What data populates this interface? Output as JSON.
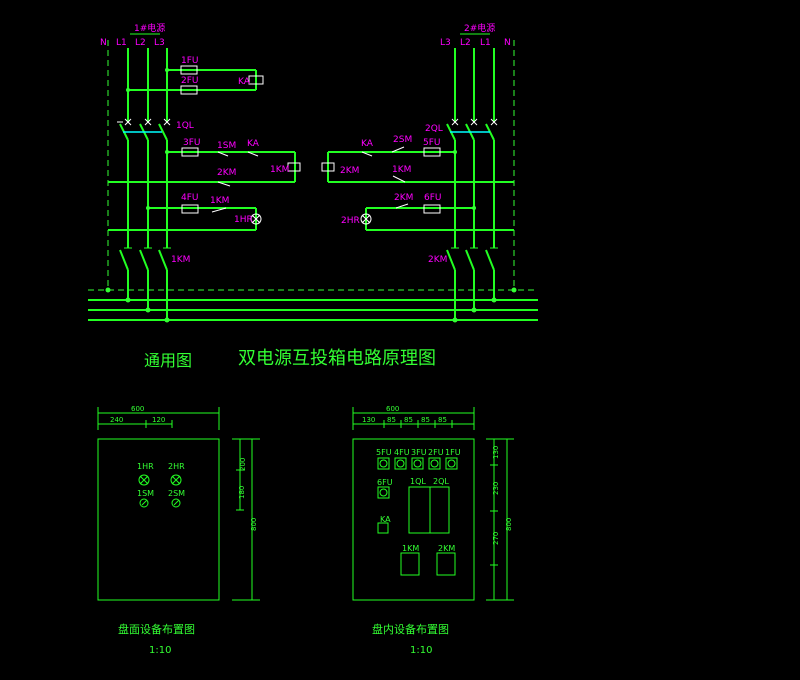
{
  "circuit": {
    "source1": {
      "title": "1#电源",
      "phases": [
        "N",
        "L1",
        "L2",
        "L3"
      ]
    },
    "source2": {
      "title": "2#电源",
      "phases": [
        "L3",
        "L2",
        "L1",
        "N"
      ]
    },
    "components": {
      "fu1": "1FU",
      "fu2": "2FU",
      "ka": "KA",
      "ql1": "1QL",
      "fu3": "3FU",
      "sm1": "1SM",
      "ka_contact1": "KA",
      "km2_nc": "2KM",
      "km1_coil": "1KM",
      "fu4": "4FU",
      "km1_no": "1KM",
      "hr1": "1HR",
      "km1_main": "1KM",
      "ka_contact2": "KA",
      "sm2": "2SM",
      "ql2": "2QL",
      "fu5": "5FU",
      "km2_coil": "2KM",
      "km1_nc": "1KM",
      "km2_no": "2KM",
      "fu6": "6FU",
      "hr2": "2HR",
      "km2_main": "2KM"
    }
  },
  "titles": {
    "general": "通用图",
    "main": "双电源互投箱电路原理图"
  },
  "panel_front": {
    "width_dim": "600",
    "sub_dims": [
      "240",
      "120"
    ],
    "height_dims": [
      "200",
      "180"
    ],
    "total_height": "800",
    "labels": {
      "hr1": "1HR",
      "hr2": "2HR",
      "sm1": "1SM",
      "sm2": "2SM"
    },
    "caption": "盘面设备布置图",
    "scale": "1:10"
  },
  "panel_inner": {
    "width_dim": "600",
    "sub_dims": [
      "130",
      "85",
      "85",
      "85",
      "85"
    ],
    "height_dims": [
      "130",
      "230",
      "270"
    ],
    "total_height": "800",
    "fuses": [
      "5FU",
      "4FU",
      "3FU",
      "2FU",
      "1FU"
    ],
    "fu6": "6FU",
    "ql": [
      "1QL",
      "2QL"
    ],
    "ka": "KA",
    "contactors": [
      "1KM",
      "2KM"
    ],
    "caption": "盘内设备布置图",
    "scale": "1:10"
  }
}
